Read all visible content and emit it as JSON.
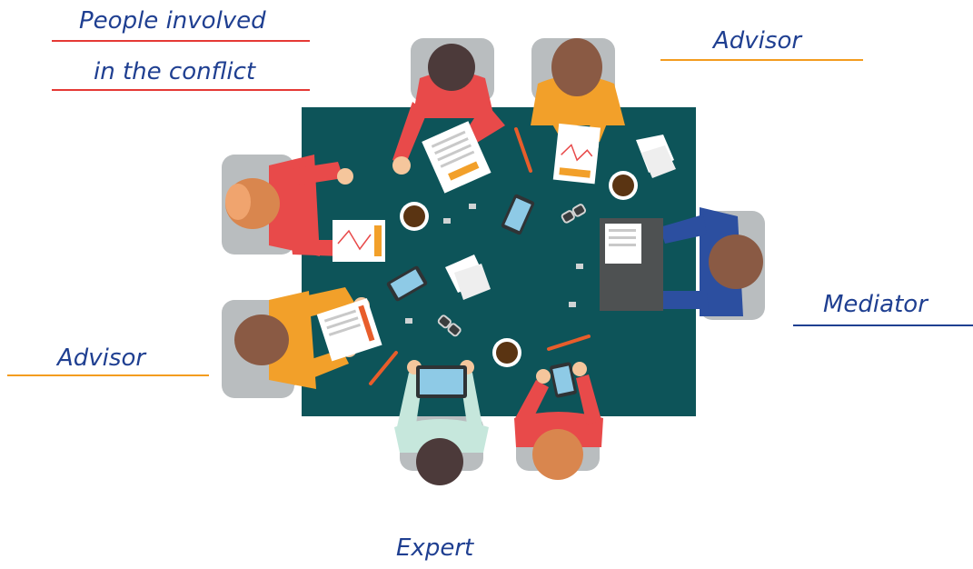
{
  "colors": {
    "label_text": "#1f3f91",
    "conflict_rule": "#e53935",
    "advisor_rule": "#f39c1f",
    "mediator_rule": "#1f3f91",
    "table": "#0d5459",
    "chair": "#b9bdbf",
    "red_shirt": "#e84a4a",
    "orange_shirt": "#f2a02a",
    "blue_shirt": "#2c4fa0",
    "mint_shirt": "#c6e7dc",
    "skin": "#f5c69c",
    "dark_skin": "#6b3b20",
    "ginger_hair": "#d9864e",
    "brown_hair": "#8a5a44",
    "dark_hair": "#4c3a3a",
    "paper": "#ffffff",
    "coffee": "#5a3412"
  },
  "labels": {
    "people_line1": "People involved",
    "people_line2": "in the conflict",
    "advisor_top": "Advisor",
    "advisor_left": "Advisor",
    "mediator": "Mediator",
    "expert": "Expert"
  },
  "roles": [
    {
      "id": "conflict-party-top",
      "role": "People involved in the conflict",
      "shirt": "red_shirt",
      "hair": "dark_hair"
    },
    {
      "id": "conflict-party-left",
      "role": "People involved in the conflict",
      "shirt": "red_shirt",
      "hair": "ginger_hair"
    },
    {
      "id": "advisor-top",
      "role": "Advisor",
      "shirt": "orange_shirt",
      "hair": "brown_hair"
    },
    {
      "id": "advisor-left",
      "role": "Advisor",
      "shirt": "orange_shirt",
      "hair": "brown_hair"
    },
    {
      "id": "mediator",
      "role": "Mediator",
      "shirt": "blue_shirt",
      "hair": "brown_hair"
    },
    {
      "id": "expert",
      "role": "Expert",
      "shirt": "mint_shirt",
      "hair": "dark_hair"
    },
    {
      "id": "bottom-right-person",
      "role": "",
      "shirt": "red_shirt",
      "hair": "ginger_hair"
    }
  ]
}
